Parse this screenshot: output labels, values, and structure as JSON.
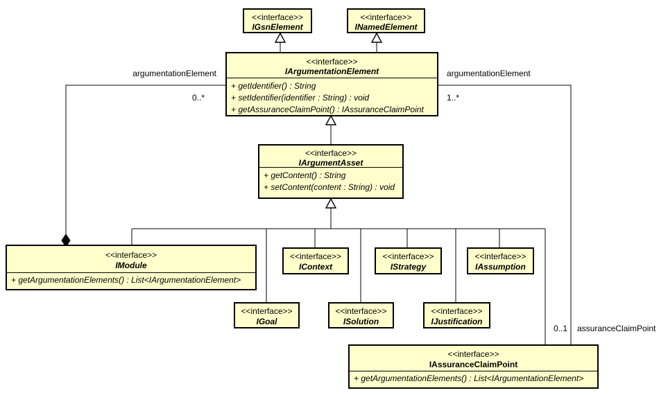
{
  "diagram": {
    "colors": {
      "node_fill": "#FFFFCC",
      "node_border": "#000000",
      "background": "#FFFFFF",
      "line": "#000000"
    },
    "nodes": {
      "gsn_element": {
        "stereotype": "<<interface>>",
        "name": "IGsnElement"
      },
      "named_element": {
        "stereotype": "<<interface>>",
        "name": "INamedElement"
      },
      "argumentation_element": {
        "stereotype": "<<interface>>",
        "name": "IArgumentationElement",
        "methods": [
          "+ getIdentifier() : String",
          "+ setIdentifier(identifier : String) : void",
          "+ getAssuranceClaimPoint() : IAssuranceClaimPoint"
        ]
      },
      "argument_asset": {
        "stereotype": "<<interface>>",
        "name": "IArgumentAsset",
        "methods": [
          "+ getContent() : String",
          "+ setContent(content : String) : void"
        ]
      },
      "module": {
        "stereotype": "<<interface>>",
        "name": "IModule",
        "methods": [
          "+ getArgumentationElements() : List<IArgumentationElement>"
        ]
      },
      "context": {
        "stereotype": "<<interface>>",
        "name": "IContext"
      },
      "strategy": {
        "stereotype": "<<interface>>",
        "name": "IStrategy"
      },
      "assumption": {
        "stereotype": "<<interface>>",
        "name": "IAssumption"
      },
      "goal": {
        "stereotype": "<<interface>>",
        "name": "IGoal"
      },
      "solution": {
        "stereotype": "<<interface>>",
        "name": "ISolution"
      },
      "justification": {
        "stereotype": "<<interface>>",
        "name": "IJustification"
      },
      "assurance_claim_point": {
        "stereotype": "<<interface>>",
        "name": "IAssuranceClaimPoint",
        "methods": [
          "+ getArgumentationElements() : List<IArgumentationElement>"
        ]
      }
    },
    "edge_labels": {
      "left_role": "argumentationElement",
      "left_multiplicity": "0..*",
      "right_role": "argumentationElement",
      "right_multiplicity": "1..*",
      "acp_multiplicity": "0..1",
      "acp_role": "assuranceClaimPoint"
    }
  }
}
